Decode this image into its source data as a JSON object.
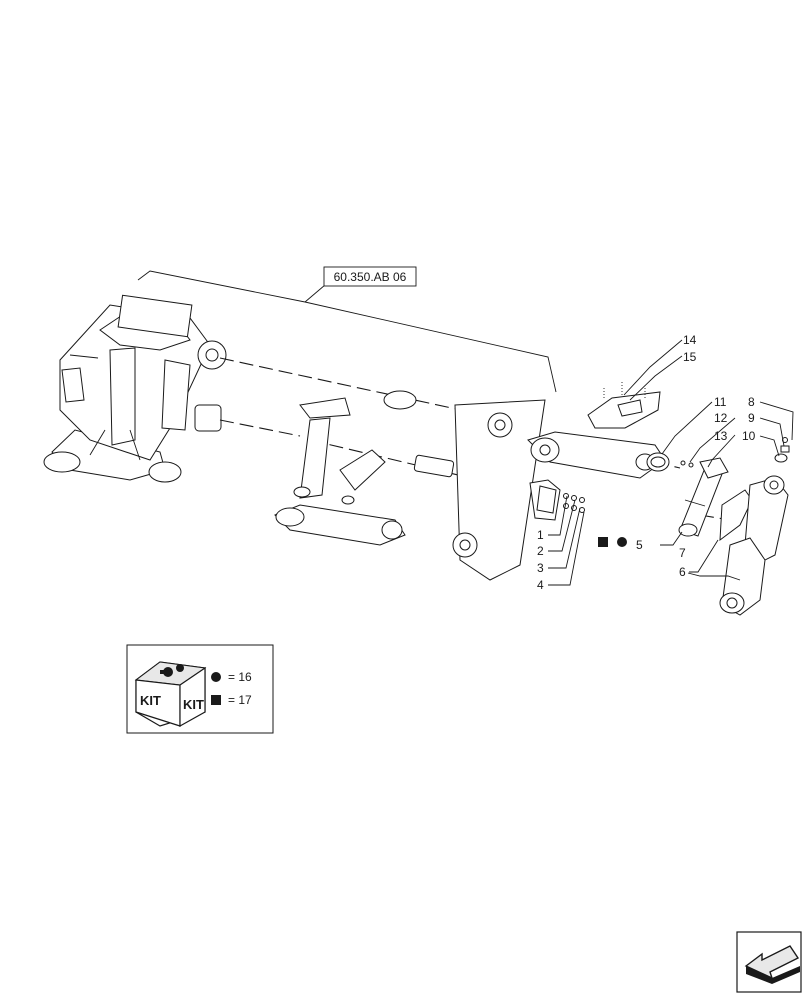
{
  "reference_label": "60.350.AB 06",
  "callouts": {
    "c1": "1",
    "c2": "2",
    "c3": "3",
    "c4": "4",
    "c5": "5",
    "c6": "6",
    "c7": "7",
    "c8": "8",
    "c9": "9",
    "c10": "10",
    "c11": "11",
    "c12": "12",
    "c13": "13",
    "c14": "14",
    "c15": "15"
  },
  "kit_legend": {
    "kit_text_left": "KIT",
    "kit_text_right": "KIT",
    "circle_eq": "= 16",
    "square_eq": "= 17"
  },
  "icons": {
    "circle_symbol": "filled-circle",
    "square_symbol": "filled-square",
    "kit_box": "kit-box-icon",
    "navigation": "arrow-next-page-icon"
  },
  "colors": {
    "ink": "#1a1a1a",
    "paper": "#ffffff"
  }
}
